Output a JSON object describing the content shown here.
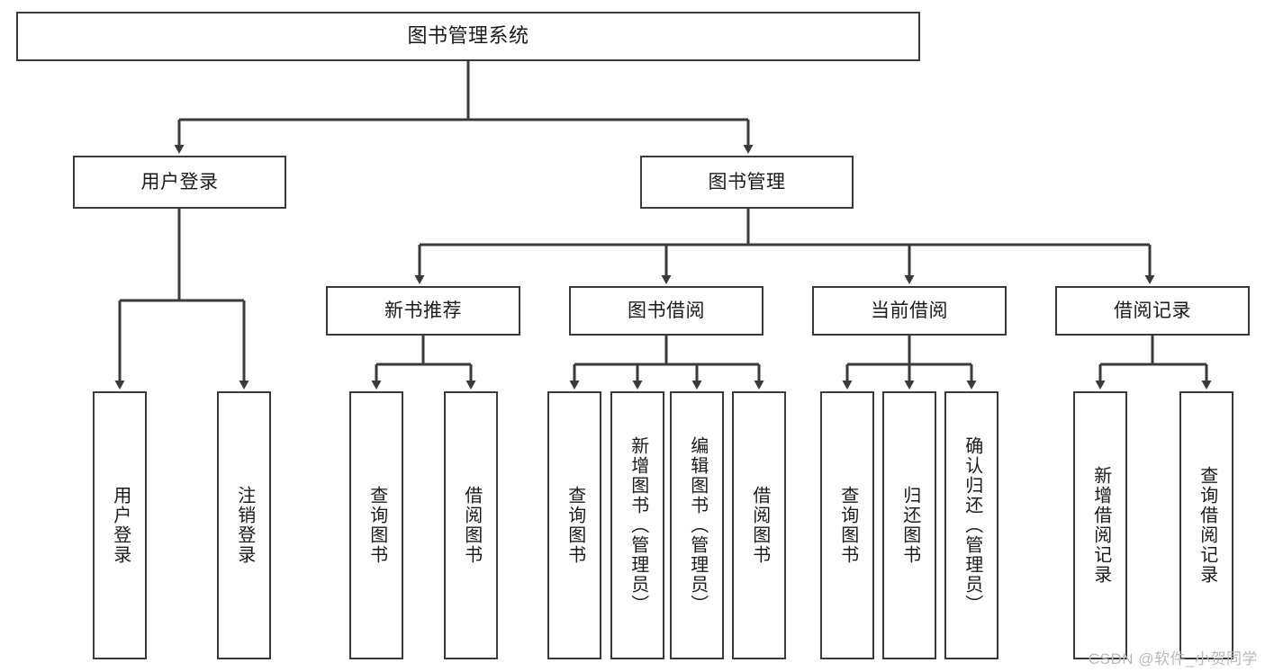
{
  "diagram": {
    "title": "图书管理系统",
    "type": "hierarchy-tree",
    "colors": {
      "stroke": "#3a3a3a",
      "text": "#1a1a1a",
      "background": "#ffffff",
      "watermark": "#b9b9b9"
    },
    "root": {
      "label": "图书管理系统"
    },
    "level2": [
      {
        "label": "用户登录"
      },
      {
        "label": "图书管理"
      }
    ],
    "level3": [
      {
        "label": "新书推荐"
      },
      {
        "label": "图书借阅"
      },
      {
        "label": "当前借阅"
      },
      {
        "label": "借阅记录"
      }
    ],
    "leaves": {
      "user_login": [
        {
          "label": "用户登录"
        },
        {
          "label": "注销登录"
        }
      ],
      "new_book_recommend": [
        {
          "label": "查询图书"
        },
        {
          "label": "借阅图书"
        }
      ],
      "book_borrow": [
        {
          "label": "查询图书"
        },
        {
          "label": "新增图书（管理员）"
        },
        {
          "label": "编辑图书（管理员）"
        },
        {
          "label": "借阅图书"
        }
      ],
      "current_borrow": [
        {
          "label": "查询图书"
        },
        {
          "label": "归还图书"
        },
        {
          "label": "确认归还（管理员）"
        }
      ],
      "borrow_record": [
        {
          "label": "新增借阅记录"
        },
        {
          "label": "查询借阅记录"
        }
      ]
    },
    "watermark": "CSDN @软件_小贺同学"
  }
}
